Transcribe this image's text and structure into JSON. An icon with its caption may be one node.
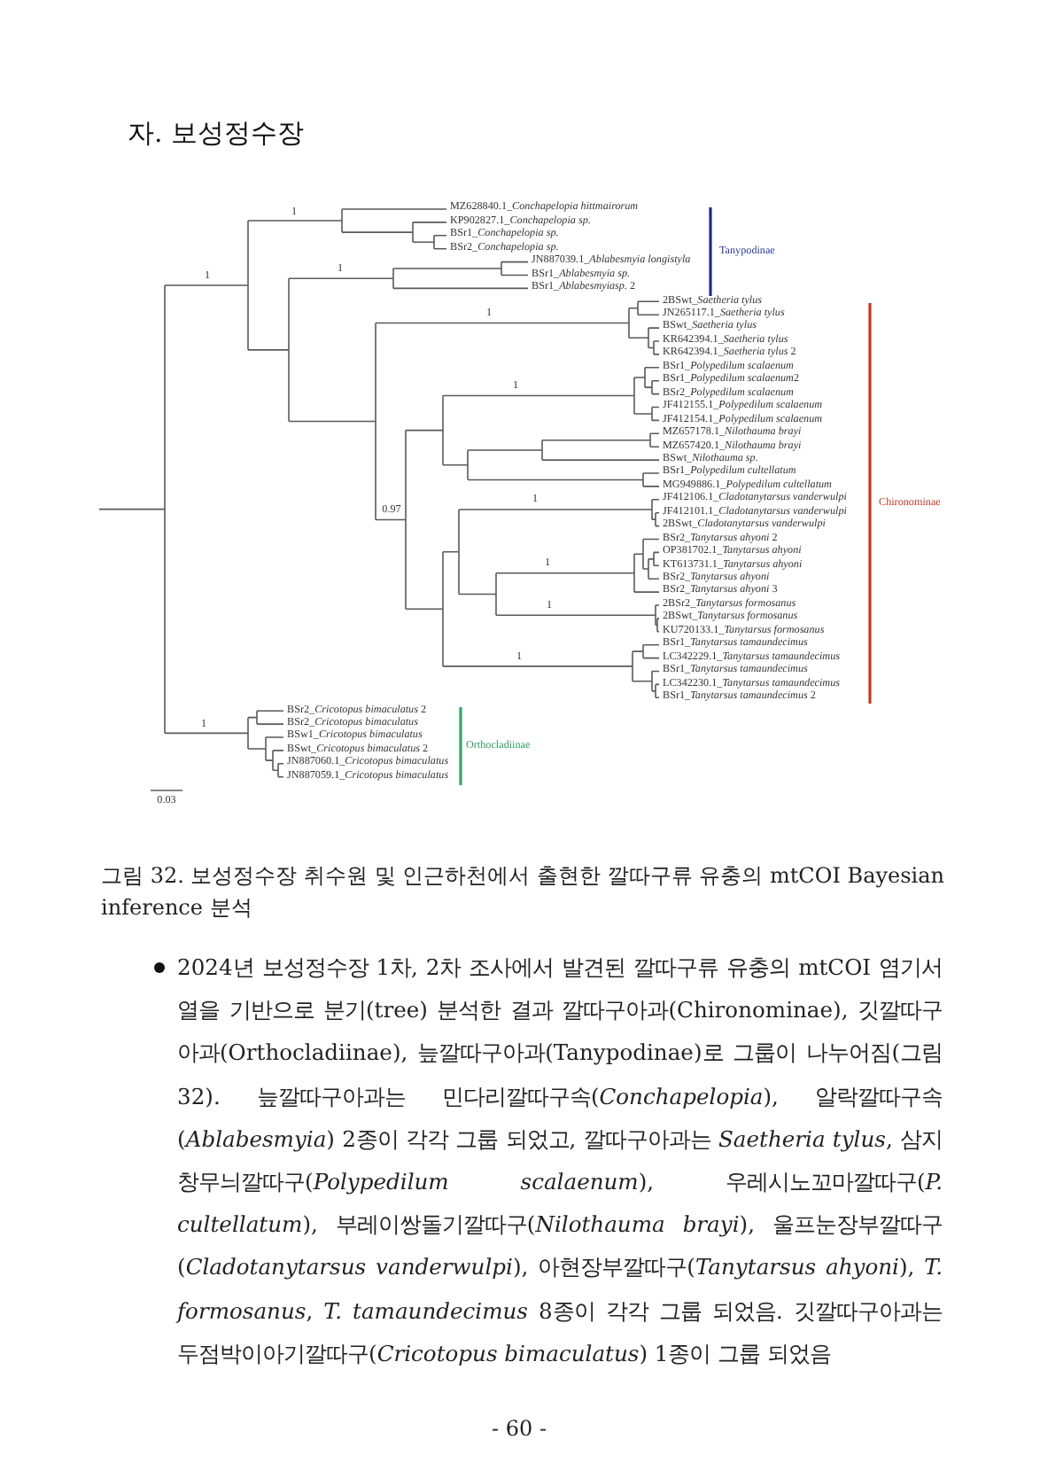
{
  "diagram": {
    "title": "자. 보성정수장",
    "caption": "그림 32. 보성정수장 취수원 및 인근하천에서 출현한 깔따구류 유충의 mtCOI Bayesian inference 분석",
    "labels": [
      "1",
      "MZ628840.1_Conchapelopia hittmairorum",
      "KP902827.1_Conchapelopia sp.",
      "BSr1_Conchapelopia sp.",
      "BSr2_Conchapelopia sp.",
      "Tanypodinae",
      "1",
      "1",
      "JN887039.1_Ablabesmyia longistyla",
      "BSr1_Ablabesmyia sp.",
      "BSr1_Ablabesmyiasp. 2",
      "1",
      "2BSwt_Saetheria tylus",
      "JN265117.1_Saetheria tylus",
      "BSwt_Saetheria tylus",
      "KR642394.1_Saetheria tylus",
      "KR642394.1_Saetheria tylus 2",
      "1",
      "BSr1_Polypedilum scalaenum",
      "BSr1_Polypedilum scalaenum2",
      "BSr2_Polypedilum scalaenum",
      "JF412155.1_Polypedilum scalaenum",
      "JF412154.1_Polypedilum scalaenum",
      "MZ657178.1_Nilothauma brayi",
      "MZ657420.1_Nilothauma brayi",
      "BSwt_Nilothauma sp.",
      "BSr1_Polypedilum cultellatum",
      "MG949886.1_Polypedilum cultellatum",
      "Chironominae",
      "1",
      "0.97",
      "JF412106.1_Cladotanytarsus vanderwulpi",
      "JF412101.1_Cladotanytarsus vanderwulpi",
      "2BSwt_Cladotanytarsus vanderwulpi",
      "1",
      "BSr2_Tanytarsus ahyoni 2",
      "OP381702.1_Tanytarsus ahyoni",
      "KT613731.1_Tanytarsus ahyoni",
      "BSr2_Tanytarsus ahyoni",
      "BSr2_Tanytarsus ahyoni 3",
      "1",
      "2BSr2_Tanytarsus formosanus",
      "2BSwt_Tanytarsus formosanus",
      "KU720133.1_Tanytarsus formosanus",
      "1",
      "BSr1_Tanytarsus tamaundecimus",
      "LC342229.1_Tanytarsus tamaundecimus",
      "BSr1_Tanytarsus tamaundecimus",
      "LC342230.1_Tanytarsus tamaundecimus",
      "BSr1_Tanytarsus tamaundecimus 2",
      "1",
      "BSr2_Cricotopus bimaculatus 2",
      "BSr2_Cricotopus bimaculatus",
      "BSw1_Cricotopus bimaculatus",
      "BSwt_Cricotopus bimaculatus 2",
      "JN887060.1_Cricotopus bimaculatus",
      "JN887059.1_Cricotopus bimaculatus",
      "Orthocladiinae",
      "0.03",
      "2024년 보성정수장 1차, 2차 조사에서 발견된 깔따구류 유충의 mtCOI 염기서열을 기반으로 분기(tree) 분석한 결과 깔따구아과(Chironominae), 깃깔따구아과(Orthocladiinae), 늪깔따구아과(Tanypodinae)로 그룹이 나누어짐(그림 32). 늪깔따구아과는 민다리깔따구속(*Conchapelopia*), 알락깔따구속(*Ablabesmyia*) 2종이 각각 그룹 되었고, 깔따구아과는 *Saetheria tylus*, 삼지창무늬깔따구(*Polypedilum scalaenum*), 우레시노꼬마깔따구(*P. cultellatum*), 부레이쌍돌기깔따구(*Nilothauma brayi*), 울프눈장부깔따구(*Cladotanytarsus vanderwulpi*), 아현장부깔따구(*Tanytarsus ahyoni*), *T. formosanus*, *T. tamaundecimus* 8종이 각각 그룹 되었음. 깃깔따구아과는 두점박이아기깔따구(*Cricotopus bimaculatus*) 1종이 그룹 되었음",
      "- 60 -"
    ]
  }
}
